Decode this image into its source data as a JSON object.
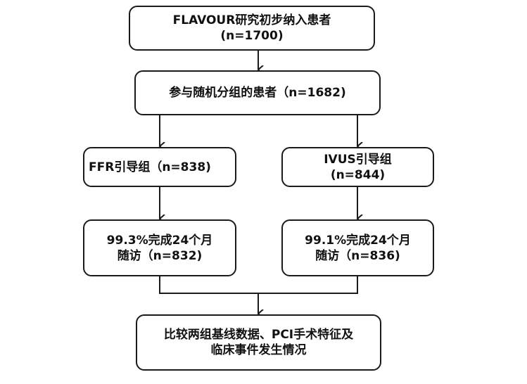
{
  "diagram": {
    "type": "flowchart",
    "nodes": [
      {
        "id": "enrolled",
        "lines": [
          "FLAVOUR研究初步纳入患者",
          "(n=1700)"
        ]
      },
      {
        "id": "randomized",
        "lines": [
          "参与随机分组的患者（n=1682)"
        ]
      },
      {
        "id": "ffr_group",
        "lines": [
          "FFR引导组（n=838)"
        ]
      },
      {
        "id": "ivus_group",
        "lines": [
          "IVUS引导组",
          "(n=844)"
        ]
      },
      {
        "id": "ffr_followup",
        "lines": [
          "99.3%完成24个月",
          "随访（n=832)"
        ]
      },
      {
        "id": "ivus_followup",
        "lines": [
          "99.1%完成24个月",
          "随访（n=836)"
        ]
      },
      {
        "id": "comparison",
        "lines": [
          "比较两组基线数据、PCI手术特征及",
          "临床事件发生情况"
        ]
      }
    ],
    "edges": [
      {
        "from": "enrolled",
        "to": "randomized"
      },
      {
        "from": "randomized",
        "to": "ffr_group"
      },
      {
        "from": "randomized",
        "to": "ivus_group"
      },
      {
        "from": "ffr_group",
        "to": "ffr_followup"
      },
      {
        "from": "ivus_group",
        "to": "ivus_followup"
      },
      {
        "from": "ffr_followup",
        "to": "comparison"
      },
      {
        "from": "ivus_followup",
        "to": "comparison"
      }
    ],
    "colors": {
      "border": "#1a1a1a",
      "text": "#111111",
      "background": "#ffffff"
    }
  }
}
